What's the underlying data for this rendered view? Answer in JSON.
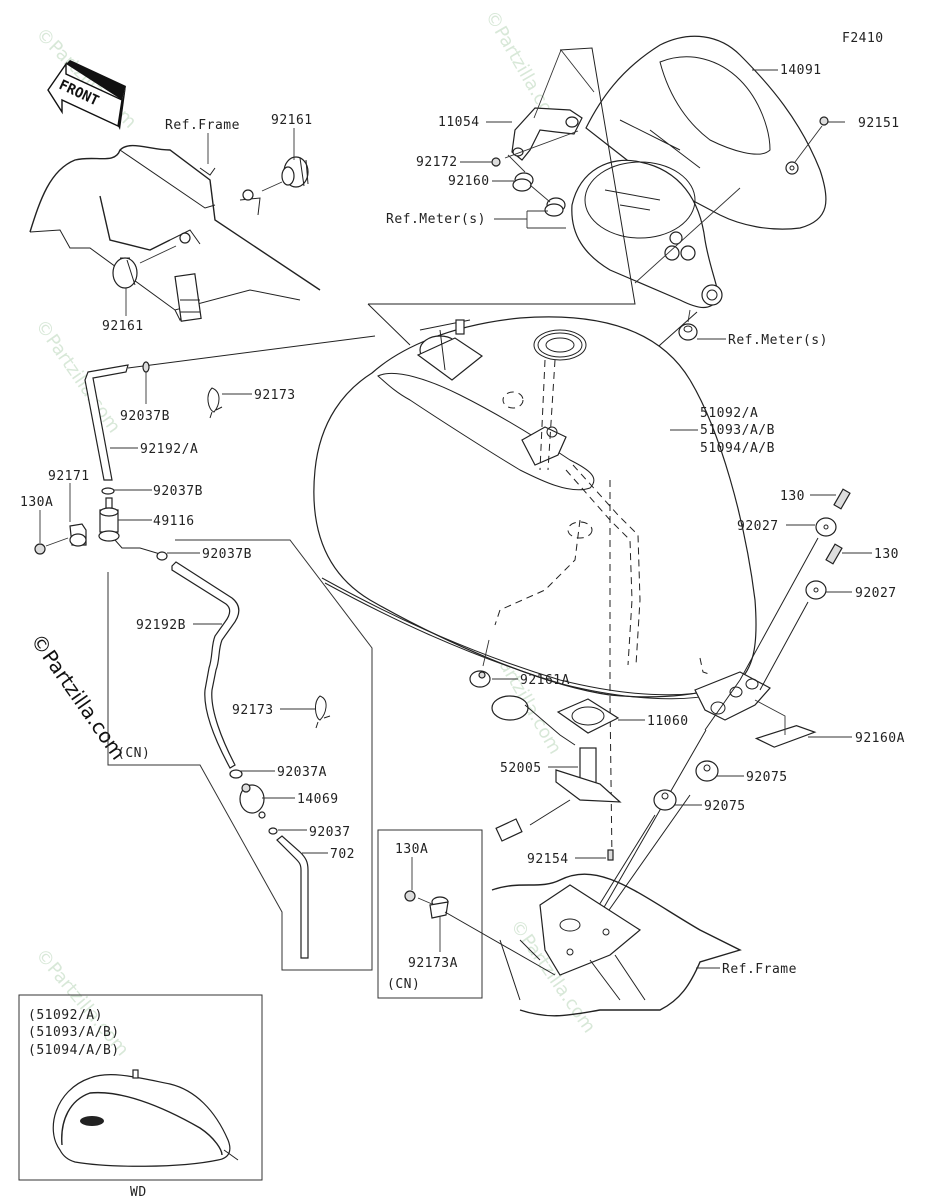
{
  "diagram": {
    "figure_code": "F2410",
    "front_label": "FRONT",
    "watermark": "©Partzilla.com",
    "labels": {
      "ref_frame_top": "Ref.Frame",
      "p92161_top": "92161",
      "p92161_bottom": "92161",
      "p11054": "11054",
      "p92172": "92172",
      "p92160": "92160",
      "ref_meters_1": "Ref.Meter(s)",
      "p14091": "14091",
      "p92151": "92151",
      "ref_meters_2": "Ref.Meter(s)",
      "p92037B_a": "92037B",
      "p92173_a": "92173",
      "p92192A": "92192/A",
      "p92171": "92171",
      "p130A_a": "130A",
      "p92037B_b": "92037B",
      "p49116": "49116",
      "p92037B_c": "92037B",
      "p92192B": "92192B",
      "p92173_b": "92173",
      "cn_1": "(CN)",
      "p92037A": "92037A",
      "p14069": "14069",
      "p92037": "92037",
      "p702": "702",
      "tank_1": "51092/A",
      "tank_2": "51093/A/B",
      "tank_3": "51094/A/B",
      "p130_a": "130",
      "p92027_a": "92027",
      "p130_b": "130",
      "p92027_b": "92027",
      "p92161A": "92161A",
      "p11060": "11060",
      "p92160A": "92160A",
      "p52005": "52005",
      "p92075_a": "92075",
      "p92075_b": "92075",
      "p92154": "92154",
      "p130A_b": "130A",
      "p92173A": "92173A",
      "cn_2": "(CN)",
      "ref_frame_bottom": "Ref.Frame"
    },
    "inset": {
      "lines": [
        "(51092/A)",
        "(51093/A/B)",
        "(51094/A/B)"
      ],
      "caption": "WD"
    }
  }
}
